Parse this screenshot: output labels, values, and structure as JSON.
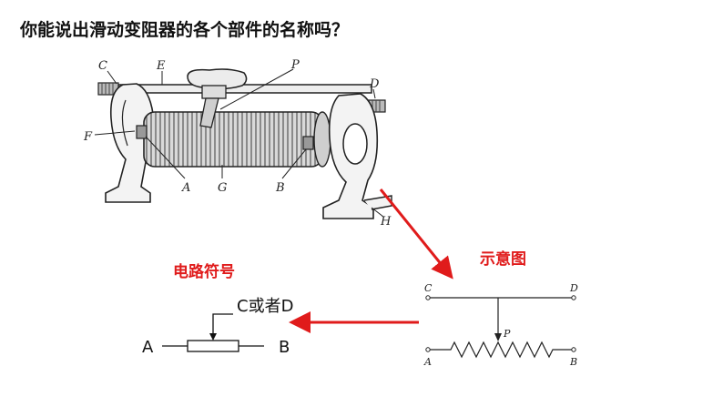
{
  "title": "你能说出滑动变阻器的各个部件的名称吗？",
  "labels": {
    "symbol_heading": "电路符号",
    "diagram_heading": "示意图"
  },
  "device_parts": [
    "C",
    "E",
    "P",
    "D",
    "F",
    "A",
    "G",
    "B",
    "H"
  ],
  "schematic_terminals": {
    "c": "C",
    "d": "D",
    "p": "P",
    "a": "A",
    "b": "B"
  },
  "symbol": {
    "top": "C或者D",
    "left": "A",
    "right": "B"
  },
  "colors": {
    "accent": "#e01b1b",
    "ink": "#222222"
  }
}
